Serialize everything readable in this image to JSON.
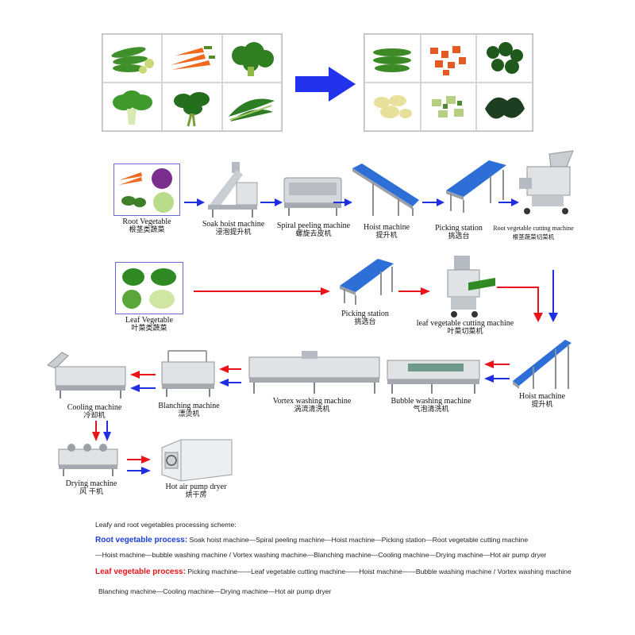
{
  "colors": {
    "root_flow": "#1f2fe0",
    "leaf_flow": "#e8141a",
    "big_arrow": "#2233ee",
    "machine_steel": "#c9ced3",
    "belt_blue": "#2d6fd6"
  },
  "icons": {
    "big_arrow": "right-arrow-icon",
    "flow_arrow": "flow-arrow-icon"
  },
  "before_images": [
    "okra",
    "carrot",
    "broccoli",
    "bok-choy",
    "spinach",
    "leafy-greens"
  ],
  "after_images": [
    "okra-processed",
    "diced-carrot",
    "dried-broccoli",
    "dried-cabbage",
    "dried-greens",
    "dried-seaweed"
  ],
  "stations": {
    "root_veg": {
      "en": "Root  Vegetable",
      "cn": "根茎类蔬菜"
    },
    "soak_hoist": {
      "en": "Soak hoist machine",
      "cn": "浸泡提升机"
    },
    "spiral_peeling": {
      "en": "Spiral peeling machine",
      "cn": "螺旋去皮机"
    },
    "hoist_1": {
      "en": "Hoist machine",
      "cn": "提升机"
    },
    "picking_1": {
      "en": "Picking station",
      "cn": "挑选台"
    },
    "root_cutting": {
      "en": "Root vegetable cutting machine",
      "cn": "根茎蔬菜切菜机"
    },
    "leaf_veg": {
      "en": "Leaf  Vegetable",
      "cn": "叶菜类蔬菜"
    },
    "picking_2": {
      "en": "Picking station",
      "cn": "挑选台"
    },
    "leaf_cutting": {
      "en": "leaf vegetable cutting machine",
      "cn": "叶菜切菜机"
    },
    "hoist_2": {
      "en": "Hoist machine",
      "cn": "提升机"
    },
    "bubble_washing": {
      "en": "Bubble washing machine",
      "cn": "气泡清洗机"
    },
    "vortex_washing": {
      "en": "Vortex washing machine",
      "cn": "涡流清洗机"
    },
    "blanching": {
      "en": "Blanching machine",
      "cn": "漂烫机"
    },
    "cooling": {
      "en": "Cooling machine",
      "cn": "冷却机"
    },
    "drying": {
      "en": "Drying machine",
      "cn": "风 干机"
    },
    "heat_pump": {
      "en": "Hot air pump dryer",
      "cn": "烘干房"
    }
  },
  "scheme": {
    "heading": "Leafy and root vegetables processing scheme:",
    "root_title": "Root vegetable process:",
    "root_line1": " Soak hoist machine—Spiral peeling machine—Hoist machine—Picking station—Root vegetable cutting machine",
    "root_line2": "—Hoist machine—bubble washing machine / Vortex washing machine—Blanching machine—Cooling machine—Drying machine—Hot air pump dryer",
    "leaf_title": "Leaf vegetable process:",
    "leaf_line1": "  Picking machine——Leaf vegetable cutting machine——Hoist machine——Bubble washing machine / Vortex washing machine",
    "leaf_line2": "Blanching machine—Cooling machine—Drying machine—Hot air pump dryer"
  }
}
